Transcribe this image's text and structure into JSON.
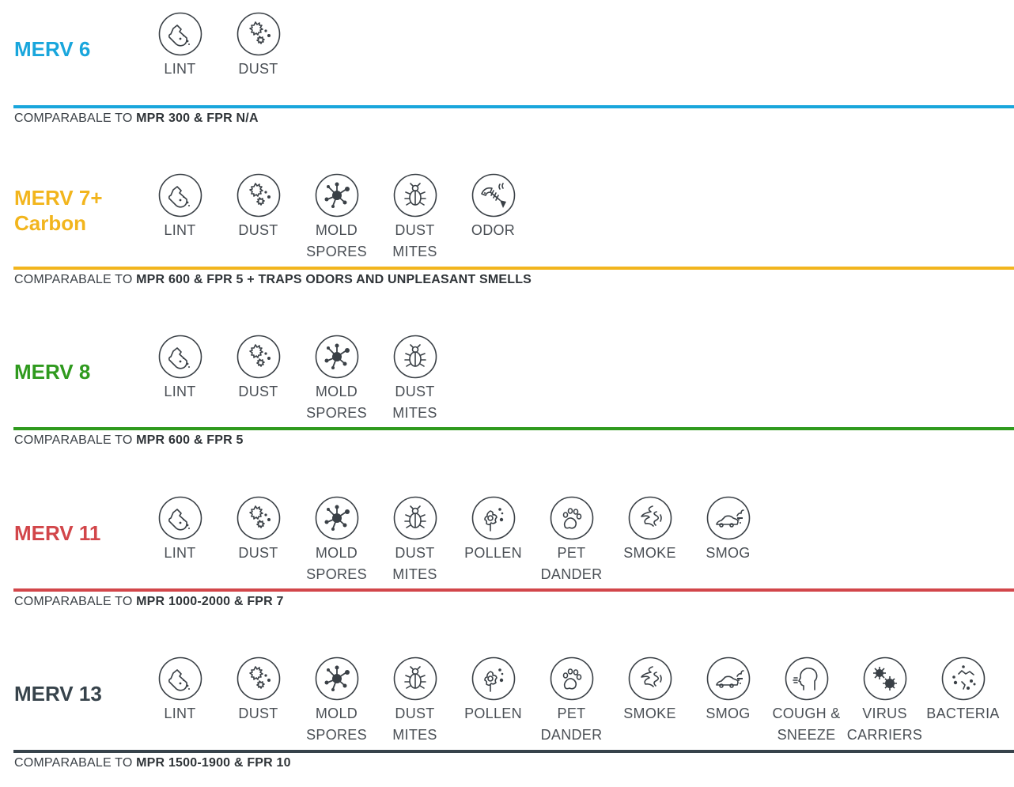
{
  "caption_prefix": "COMPARABALE TO ",
  "sections": [
    {
      "title": "MERV 6",
      "color": "#19a6dc",
      "caption_bold": "MPR 300 & FPR N/A",
      "items": [
        {
          "icon": "lint-icon",
          "label": "LINT"
        },
        {
          "icon": "dust-icon",
          "label": "DUST"
        }
      ]
    },
    {
      "title": "MERV 7+\nCarbon",
      "color": "#f2b51d",
      "caption_bold": "MPR 600 & FPR 5 + TRAPS ODORS AND UNPLEASANT SMELLS",
      "items": [
        {
          "icon": "lint-icon",
          "label": "LINT"
        },
        {
          "icon": "dust-icon",
          "label": "DUST"
        },
        {
          "icon": "mold-spores-icon",
          "label": "MOLD\nSPORES"
        },
        {
          "icon": "dust-mites-icon",
          "label": "DUST\nMITES"
        },
        {
          "icon": "odor-icon",
          "label": "ODOR"
        }
      ]
    },
    {
      "title": "MERV 8",
      "color": "#2f9a1e",
      "caption_bold": "MPR 600 & FPR 5",
      "items": [
        {
          "icon": "lint-icon",
          "label": "LINT"
        },
        {
          "icon": "dust-icon",
          "label": "DUST"
        },
        {
          "icon": "mold-spores-icon",
          "label": "MOLD\nSPORES"
        },
        {
          "icon": "dust-mites-icon",
          "label": "DUST\nMITES"
        }
      ]
    },
    {
      "title": "MERV 11",
      "color": "#d2464a",
      "caption_bold": "MPR 1000-2000 & FPR 7",
      "items": [
        {
          "icon": "lint-icon",
          "label": "LINT"
        },
        {
          "icon": "dust-icon",
          "label": "DUST"
        },
        {
          "icon": "mold-spores-icon",
          "label": "MOLD\nSPORES"
        },
        {
          "icon": "dust-mites-icon",
          "label": "DUST\nMITES"
        },
        {
          "icon": "pollen-icon",
          "label": "POLLEN"
        },
        {
          "icon": "pet-dander-icon",
          "label": "PET\nDANDER"
        },
        {
          "icon": "smoke-icon",
          "label": "SMOKE"
        },
        {
          "icon": "smog-icon",
          "label": "SMOG"
        }
      ]
    },
    {
      "title": "MERV 13",
      "color": "#37434b",
      "caption_bold": "MPR 1500-1900 & FPR 10",
      "items": [
        {
          "icon": "lint-icon",
          "label": "LINT"
        },
        {
          "icon": "dust-icon",
          "label": "DUST"
        },
        {
          "icon": "mold-spores-icon",
          "label": "MOLD\nSPORES"
        },
        {
          "icon": "dust-mites-icon",
          "label": "DUST\nMITES"
        },
        {
          "icon": "pollen-icon",
          "label": "POLLEN"
        },
        {
          "icon": "pet-dander-icon",
          "label": "PET\nDANDER"
        },
        {
          "icon": "smoke-icon",
          "label": "SMOKE"
        },
        {
          "icon": "smog-icon",
          "label": "SMOG"
        },
        {
          "icon": "cough-sneeze-icon",
          "label": "COUGH &\nSNEEZE"
        },
        {
          "icon": "virus-carriers-icon",
          "label": "VIRUS\nCARRIERS"
        },
        {
          "icon": "bacteria-icon",
          "label": "BACTERIA"
        }
      ]
    }
  ]
}
